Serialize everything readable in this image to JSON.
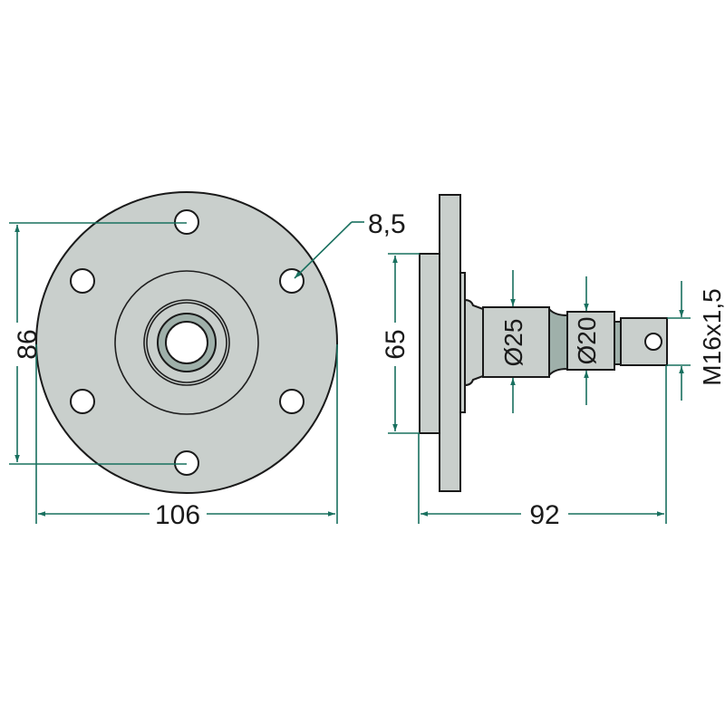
{
  "colors": {
    "dimension": "#19705f",
    "part": "#c9cfcc",
    "outline": "#1a1a1a"
  },
  "dimensions": {
    "flange_diameter": "106",
    "bolt_circle": "86",
    "hole_diameter": "8,5",
    "hub_diameter": "65",
    "total_length": "92",
    "shaft_d1": "Ø25",
    "shaft_d2": "Ø20",
    "thread": "M16x1,5"
  }
}
